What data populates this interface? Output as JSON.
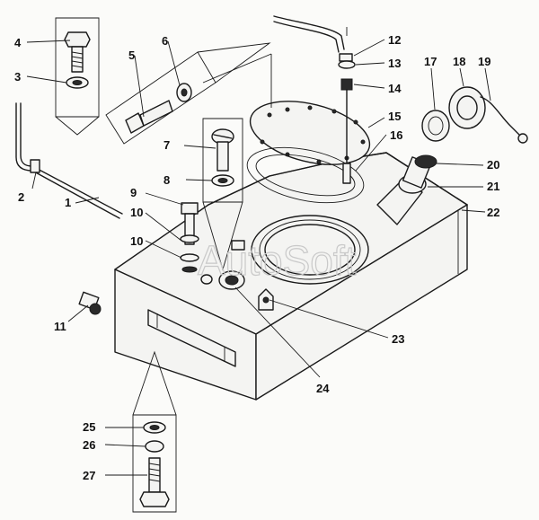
{
  "watermark": "AutoSoft",
  "callouts": {
    "n1": "1",
    "n2": "2",
    "n3": "3",
    "n4": "4",
    "n5": "5",
    "n6": "6",
    "n7": "7",
    "n8": "8",
    "n9": "9",
    "n10a": "10",
    "n10b": "10",
    "n11": "11",
    "n12": "12",
    "n13": "13",
    "n14": "14",
    "n15": "15",
    "n16": "16",
    "n17": "17",
    "n18": "18",
    "n19": "19",
    "n20": "20",
    "n21": "21",
    "n22": "22",
    "n23": "23",
    "n24": "24",
    "n25": "25",
    "n26": "26",
    "n27": "27"
  }
}
